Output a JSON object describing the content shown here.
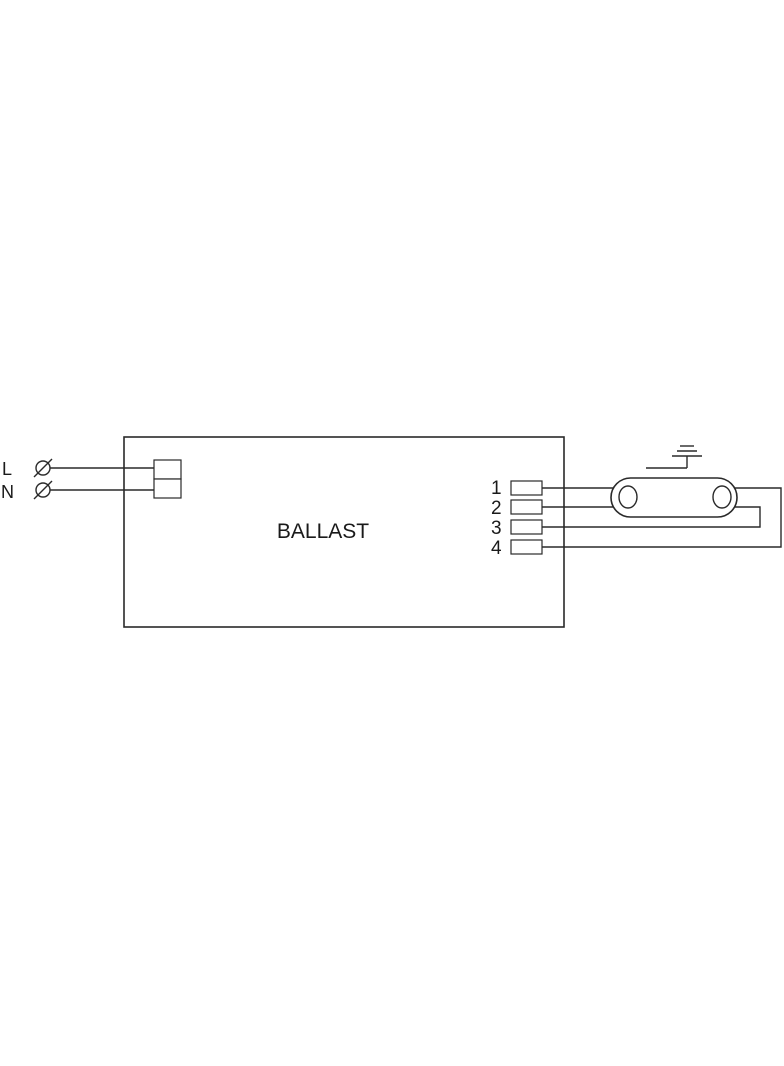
{
  "diagram": {
    "ballast_label": "BALLAST",
    "supply": {
      "live_label": "L",
      "neutral_label": "N"
    },
    "output_pins": [
      "1",
      "2",
      "3",
      "4"
    ],
    "icons": {
      "supply_terminal": "terminal-screw-icon",
      "ground": "ground-icon",
      "lamp": "lamp-icon"
    },
    "colors": {
      "line": "#2a2a2a",
      "background": "#ffffff"
    }
  }
}
